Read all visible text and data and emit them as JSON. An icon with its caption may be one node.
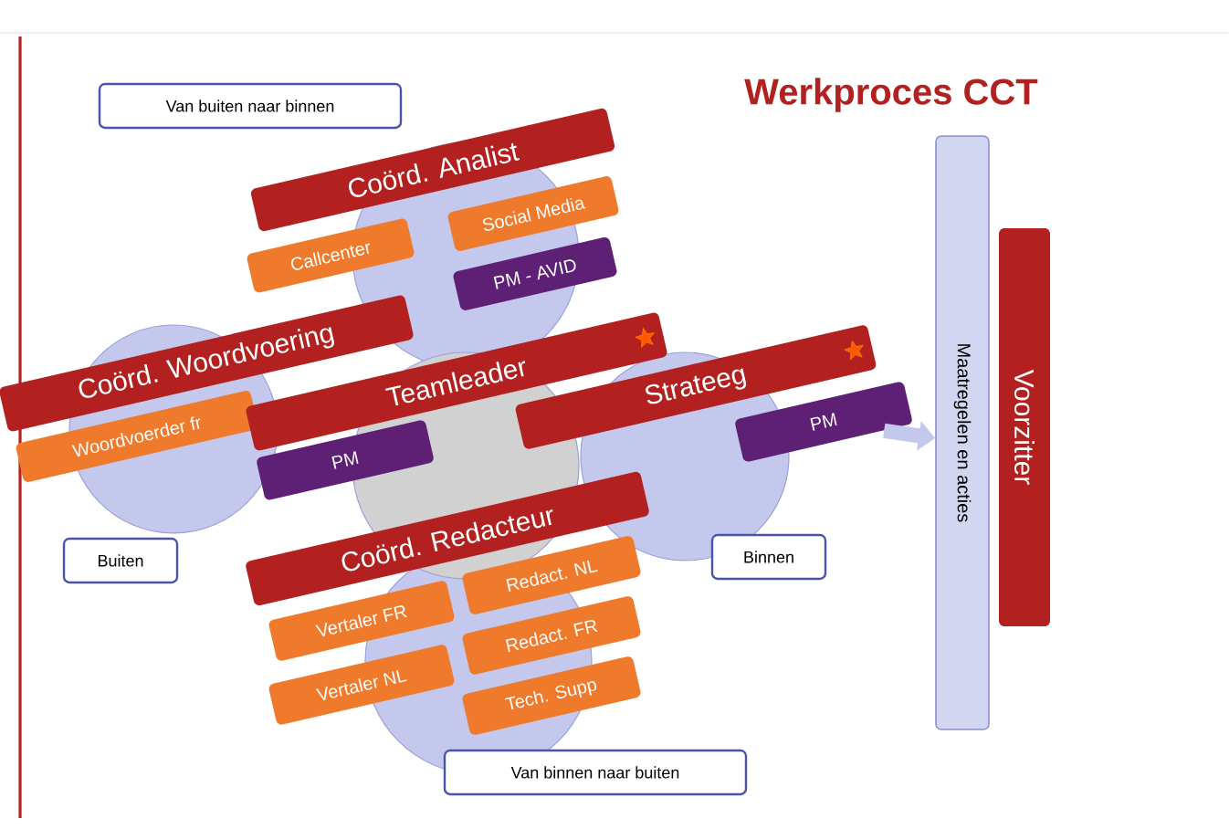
{
  "diagram": {
    "title": "Werkproces CCT",
    "nodes": [
      {
        "text": [
          "Van buiten naar binnen"
        ]
      },
      {
        "text": [
          "Coörd. Analist"
        ]
      },
      {
        "text": [
          "Callcenter"
        ]
      },
      {
        "text": [
          "Social Media"
        ]
      },
      {
        "text": [
          "PM - AVID"
        ]
      },
      {
        "text": [
          "Coörd. Woordvoering"
        ]
      },
      {
        "text": [
          "Woordvoerder fr"
        ]
      },
      {
        "text": [
          "Teamleader"
        ]
      },
      {
        "text": [
          "PM"
        ]
      },
      {
        "text": [
          "Strateeg"
        ]
      },
      {
        "text": [
          "PM"
        ]
      },
      {
        "text": [
          "Maatregelen en acties"
        ]
      },
      {
        "text": [
          "Voorzitter"
        ]
      },
      {
        "text": [
          "Buiten"
        ]
      },
      {
        "text": [
          "Binnen"
        ]
      },
      {
        "text": [
          "Coörd. Redacteur"
        ]
      },
      {
        "text": [
          "Vertaler FR"
        ]
      },
      {
        "text": [
          "Redact. NL"
        ]
      },
      {
        "text": [
          "Vertaler NL"
        ]
      },
      {
        "text": [
          "Redact. FR"
        ]
      },
      {
        "text": [
          "Tech. Supp"
        ]
      },
      {
        "text": [
          "Van binnen naar buiten"
        ]
      }
    ],
    "edges": [
      {
        "from": 10,
        "to": 11,
        "arrow": "to"
      }
    ]
  }
}
